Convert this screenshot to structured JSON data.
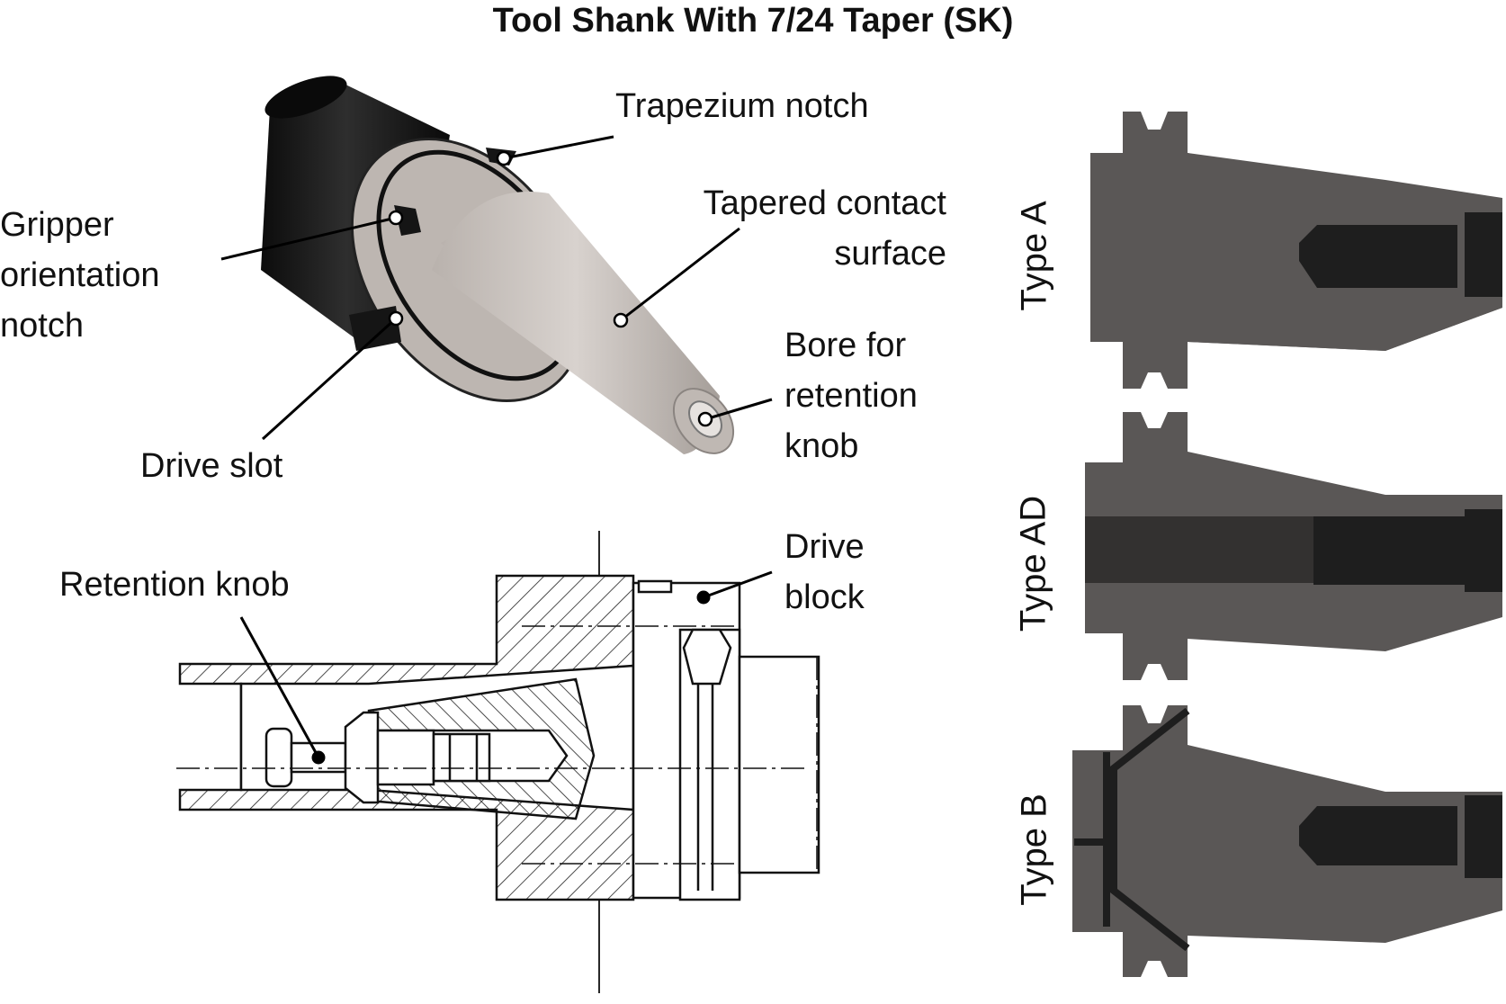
{
  "title": "Tool Shank With 7/24 Taper (SK)",
  "labels": {
    "trapezium_notch": "Trapezium notch",
    "gripper_line1": "Gripper",
    "gripper_line2": "orientation",
    "gripper_line3": "notch",
    "tapered_line1": "Tapered contact",
    "tapered_line2": "surface",
    "bore_line1": "Bore for",
    "bore_line2": "retention",
    "bore_line3": "knob",
    "drive_slot": "Drive slot",
    "retention_knob": "Retention knob",
    "drive_block_line1": "Drive",
    "drive_block_line2": "block"
  },
  "types": {
    "a": "Type A",
    "ad": "Type AD",
    "b": "Type B"
  },
  "colors": {
    "shank_gray": "#5a5756",
    "shank_dark": "#333130",
    "bore_black": "#1e1e1e",
    "render_light": "#c9c3bf",
    "render_black": "#151515"
  }
}
